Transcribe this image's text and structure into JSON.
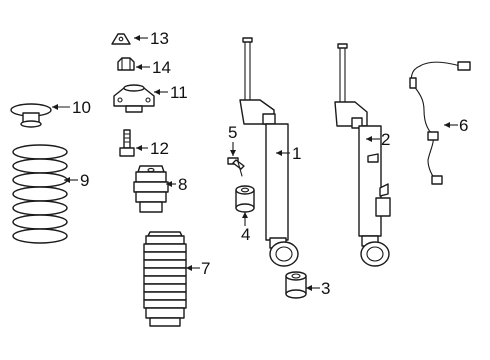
{
  "callouts": [
    {
      "id": "1",
      "part": "rear-shock-absorber-left"
    },
    {
      "id": "2",
      "part": "rear-shock-absorber-right"
    },
    {
      "id": "3",
      "part": "lower-bushing"
    },
    {
      "id": "4",
      "part": "bushing"
    },
    {
      "id": "5",
      "part": "bolt"
    },
    {
      "id": "6",
      "part": "sensor-harness"
    },
    {
      "id": "7",
      "part": "dust-boot"
    },
    {
      "id": "8",
      "part": "bump-stop"
    },
    {
      "id": "9",
      "part": "coil-spring"
    },
    {
      "id": "10",
      "part": "spring-seat"
    },
    {
      "id": "11",
      "part": "upper-mount"
    },
    {
      "id": "12",
      "part": "mount-bolt"
    },
    {
      "id": "13",
      "part": "cap"
    },
    {
      "id": "14",
      "part": "nut"
    }
  ]
}
